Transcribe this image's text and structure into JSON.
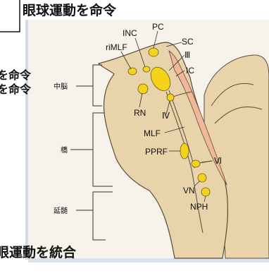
{
  "title": "眼球運動を命令",
  "left_fragments": [
    "を命令",
    "を命令"
  ],
  "bottom_caption": "眼運動を統合",
  "region_labels": {
    "midbrain": "中脳",
    "pons": "橋",
    "medulla": "延髄"
  },
  "structures": {
    "INC": "INC",
    "PC": "PC",
    "SC": "SC",
    "riMLF": "riMLF",
    "III": "Ⅲ",
    "IC": "IC",
    "RN": "RN",
    "IV": "Ⅳ",
    "MLF": "MLF",
    "PPRF": "PPRF",
    "VI": "Ⅵ",
    "VN": "VN",
    "NPH": "NPH"
  },
  "colors": {
    "brainstem": "#e9d3ab",
    "ventricle": "#f2b79b",
    "nucleus": "#f5d31a",
    "page": "#f7f2ea",
    "page_edge": "#cfdbe8"
  }
}
